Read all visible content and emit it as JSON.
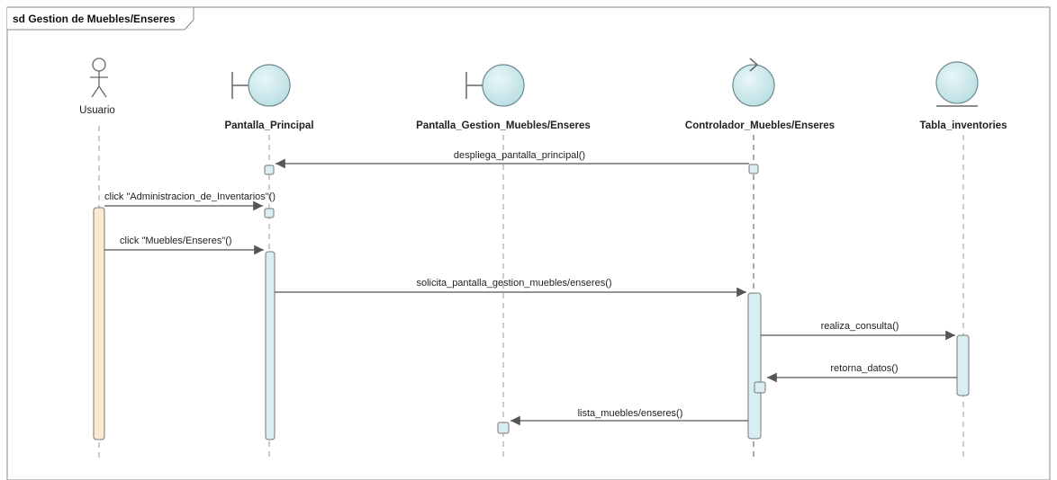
{
  "frame": {
    "title": "sd Gestion de Muebles/Enseres"
  },
  "participants": [
    {
      "id": "usuario",
      "name": "Usuario",
      "kind": "actor"
    },
    {
      "id": "pantalla_principal",
      "name": "Pantalla_Principal",
      "kind": "boundary"
    },
    {
      "id": "pantalla_gestion",
      "name": "Pantalla_Gestion_Muebles/Enseres",
      "kind": "boundary"
    },
    {
      "id": "controlador",
      "name": "Controlador_Muebles/Enseres",
      "kind": "control"
    },
    {
      "id": "tabla",
      "name": "Tabla_inventories",
      "kind": "entity"
    }
  ],
  "messages": [
    {
      "from": "controlador",
      "to": "pantalla_principal",
      "label": "despliega_pantalla_principal()"
    },
    {
      "from": "usuario",
      "to": "pantalla_principal",
      "label": "click \"Administracion_de_Inventarios\"()"
    },
    {
      "from": "usuario",
      "to": "pantalla_principal",
      "label": "click \"Muebles/Enseres\"()"
    },
    {
      "from": "pantalla_principal",
      "to": "controlador",
      "label": "solicita_pantalla_gestion_muebles/enseres()"
    },
    {
      "from": "controlador",
      "to": "tabla",
      "label": "realiza_consulta()"
    },
    {
      "from": "tabla",
      "to": "controlador",
      "label": "retorna_datos()"
    },
    {
      "from": "controlador",
      "to": "pantalla_gestion",
      "label": "lista_muebles/enseres()"
    }
  ],
  "colors": {
    "actor_activation": "#fbe9d2",
    "lifeline_activation": "#d9eef2",
    "object_fill": "#cfeaed",
    "stroke": "#555555"
  }
}
